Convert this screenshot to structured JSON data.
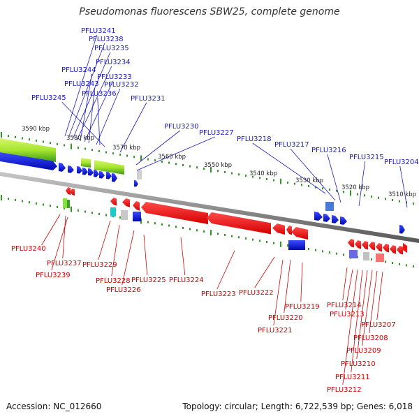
{
  "header": {
    "title": "Pseudomonas fluorescens SBW25, complete genome"
  },
  "colors": {
    "forward": "#0a18e0",
    "reverse": "#ff0c0c",
    "forward_label": "#1a1ac8",
    "reverse_label": "#d40000",
    "backbone": "#888888",
    "tick": "#2a9a1c",
    "gc_high": "#a6e62e",
    "gc_low": "#2c8f18"
  },
  "scale": {
    "ticks": [
      "3590 kbp",
      "3580 kbp",
      "3570 kbp",
      "3560 kbp",
      "3550 kbp",
      "3540 kbp",
      "3530 kbp",
      "3520 kbp",
      "3510 kbp"
    ]
  },
  "forward_genes": [
    "PFLU3241",
    "PFLU3238",
    "PFLU3235",
    "PFLU3234",
    "PFLU3244",
    "PFLU3233",
    "PFLU3243",
    "PFLU3232",
    "PFLU3236",
    "PFLU3245",
    "PFLU3231",
    "PFLU3230",
    "PFLU3227",
    "PFLU3218",
    "PFLU3217",
    "PFLU3216",
    "PFLU3215",
    "PFLU3204"
  ],
  "reverse_genes": [
    "PFLU3240",
    "PFLU3237",
    "PFLU3239",
    "PFLU3229",
    "PFLU3228",
    "PFLU3226",
    "PFLU3225",
    "PFLU3224",
    "PFLU3223",
    "PFLU3222",
    "PFLU3219",
    "PFLU3220",
    "PFLU3221",
    "PFLU3214",
    "PFLU3213",
    "PFLU3207",
    "PFLU3208",
    "PFLU3209",
    "PFLU3210",
    "PFLU3211",
    "PFLU3212"
  ],
  "footer": {
    "accession": "Accession: NC_012660",
    "summary": "Topology: circular; Length: 6,722,539 bp; Genes: 6,018"
  }
}
